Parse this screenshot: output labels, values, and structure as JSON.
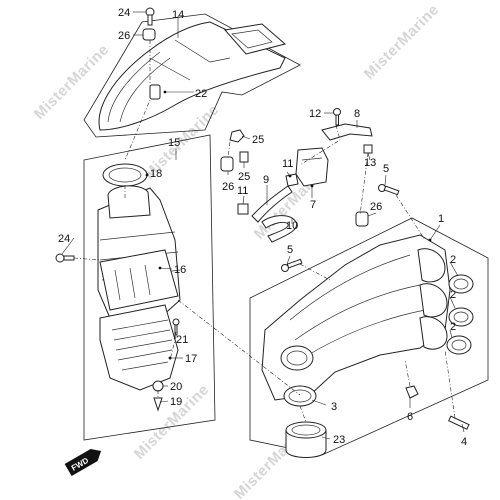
{
  "watermark": "MisterMarine",
  "fwd_label": "FWD",
  "callouts": {
    "c1": "1",
    "c2a": "2",
    "c2b": "2",
    "c2c": "2",
    "c3": "3",
    "c4": "4",
    "c5a": "5",
    "c5b": "5",
    "c6": "6",
    "c7": "7",
    "c8": "8",
    "c10": "10",
    "c11a": "11",
    "c11b": "11",
    "c12": "12",
    "c13": "13",
    "c14": "14",
    "c15": "15",
    "c16": "16",
    "c17": "17",
    "c18": "18",
    "c19": "19",
    "c20": "20",
    "c21": "21",
    "c22": "22",
    "c23": "23",
    "c24a": "24",
    "c24b": "24",
    "c25a": "25",
    "c25b": "25",
    "c26a": "26",
    "c26b": "26",
    "c26c": "26",
    "c9": "9"
  }
}
